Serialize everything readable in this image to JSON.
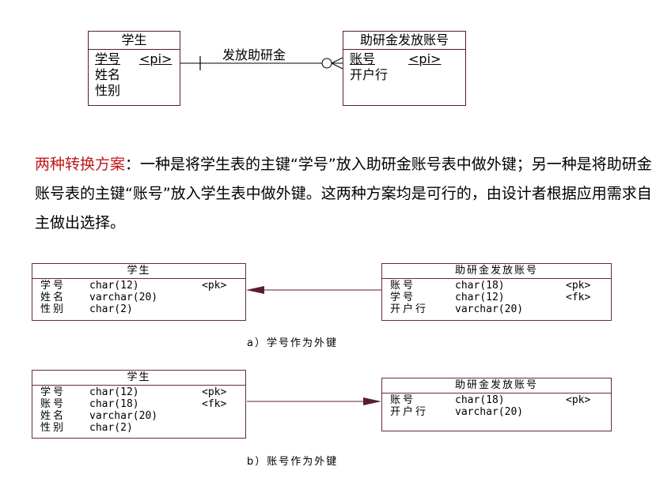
{
  "er": {
    "student": {
      "title": "学生",
      "attrs": [
        {
          "name": "学号",
          "key": "<pi>"
        },
        {
          "name": "姓名"
        },
        {
          "name": "性别"
        }
      ]
    },
    "account": {
      "title": "助研金发放账号",
      "attrs": [
        {
          "name": "账号",
          "key": "<pi>"
        },
        {
          "name": "开户行"
        }
      ]
    },
    "relationship": "发放助研金"
  },
  "paragraph": {
    "highlight": "两种转换方案",
    "rest": "：一种是将学生表的主键“学号”放入助研金账号表中做外键；另一种是将助研金账号表的主键“账号”放入学生表中做外键。这两种方案均是可行的，由设计者根据应用需求自主做出选择。"
  },
  "schemes": {
    "a": {
      "student": {
        "title": "学生",
        "rows": [
          {
            "name": "学号",
            "type": "char(12)",
            "key": "<pk>"
          },
          {
            "name": "姓名",
            "type": "varchar(20)",
            "key": ""
          },
          {
            "name": "性别",
            "type": "char(2)",
            "key": ""
          }
        ]
      },
      "account": {
        "title": "助研金发放账号",
        "rows": [
          {
            "name": "账号",
            "type": "char(18)",
            "key": "<pk>"
          },
          {
            "name": "学号",
            "type": "char(12)",
            "key": "<fk>"
          },
          {
            "name": "开户行",
            "type": "varchar(20)",
            "key": ""
          }
        ]
      },
      "caption": "a）学号作为外键"
    },
    "b": {
      "student": {
        "title": "学生",
        "rows": [
          {
            "name": "学号",
            "type": "char(12)",
            "key": "<pk>"
          },
          {
            "name": "账号",
            "type": "char(18)",
            "key": "<fk>"
          },
          {
            "name": "姓名",
            "type": "varchar(20)",
            "key": ""
          },
          {
            "name": "性别",
            "type": "char(2)",
            "key": ""
          }
        ]
      },
      "account": {
        "title": "助研金发放账号",
        "rows": [
          {
            "name": "账号",
            "type": "char(18)",
            "key": "<pk>"
          },
          {
            "name": "开户行",
            "type": "varchar(20)",
            "key": ""
          }
        ]
      },
      "caption": "b）账号作为外键"
    }
  }
}
